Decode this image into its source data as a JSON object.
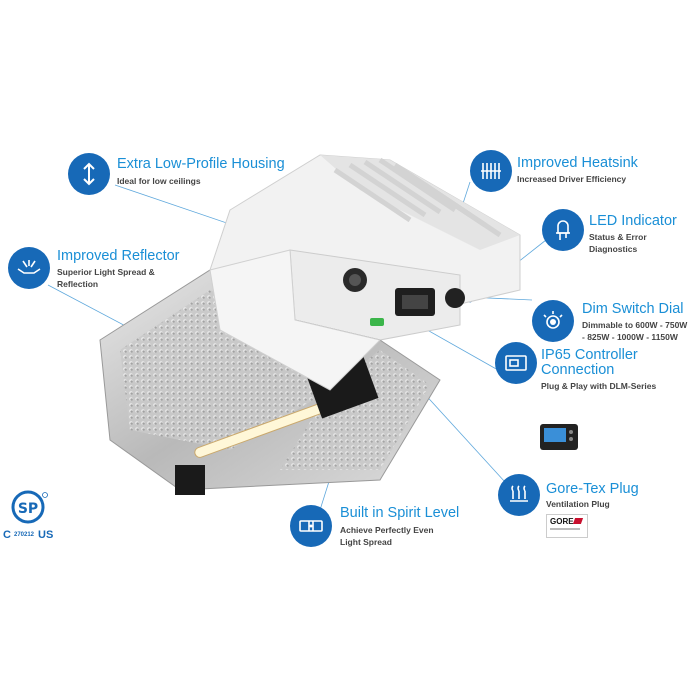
{
  "colors": {
    "accent_blue": "#1769b7",
    "title_blue": "#1a8fd6",
    "leader_line": "#5fa8dc"
  },
  "features": {
    "housing": {
      "icon": "vertical-arrows-icon",
      "title": "Extra Low-Profile Housing",
      "sub": [
        "Ideal for low ceilings"
      ]
    },
    "heatsink": {
      "icon": "heatsink-fins-icon",
      "title": "Improved Heatsink",
      "sub": [
        "Increased Driver Efficiency"
      ]
    },
    "led": {
      "icon": "led-bulb-icon",
      "title": "LED Indicator",
      "sub": [
        "Status & Error",
        "Diagnostics"
      ]
    },
    "reflector": {
      "icon": "reflector-icon",
      "title": "Improved Reflector",
      "sub": [
        "Superior Light Spread &",
        "Reflection"
      ]
    },
    "dim": {
      "icon": "dim-dial-icon",
      "title": "Dim Switch Dial",
      "sub": [
        "Dimmable to 600W - 750W",
        "- 825W - 1000W - 1150W"
      ]
    },
    "ip65": {
      "icon": "controller-port-icon",
      "title": [
        "IP65 Controller",
        "Connection"
      ],
      "sub": [
        "Plug & Play with DLM-Series"
      ]
    },
    "goretex": {
      "icon": "vent-plug-icon",
      "title": "Gore-Tex Plug",
      "sub": [
        "Ventilation Plug"
      ]
    },
    "level": {
      "icon": "spirit-level-icon",
      "title": "Built in Spirit Level",
      "sub": [
        "Achieve Perfectly Even",
        "Light Spread"
      ]
    }
  },
  "certification": {
    "left": "C",
    "right": "US",
    "number": "270212",
    "mark": "SP"
  },
  "gore_logo": {
    "text": "GORE"
  }
}
